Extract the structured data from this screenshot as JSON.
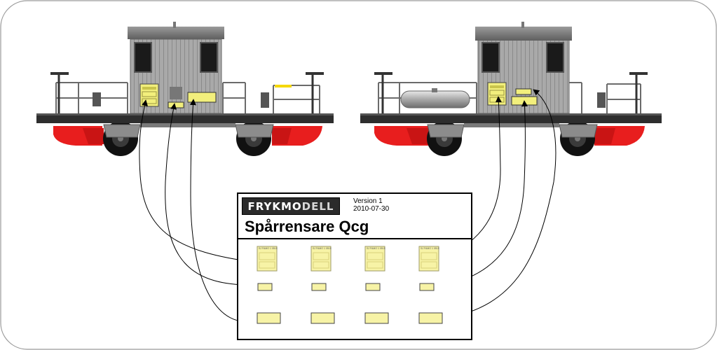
{
  "brand": {
    "part1": "FRYKMO",
    "part2": "DELL"
  },
  "version_label": "Version 1",
  "date": "2010-07-30",
  "title": "Spårrensare Qcg",
  "decal_caption": "SJ FAMO 1 0515"
}
